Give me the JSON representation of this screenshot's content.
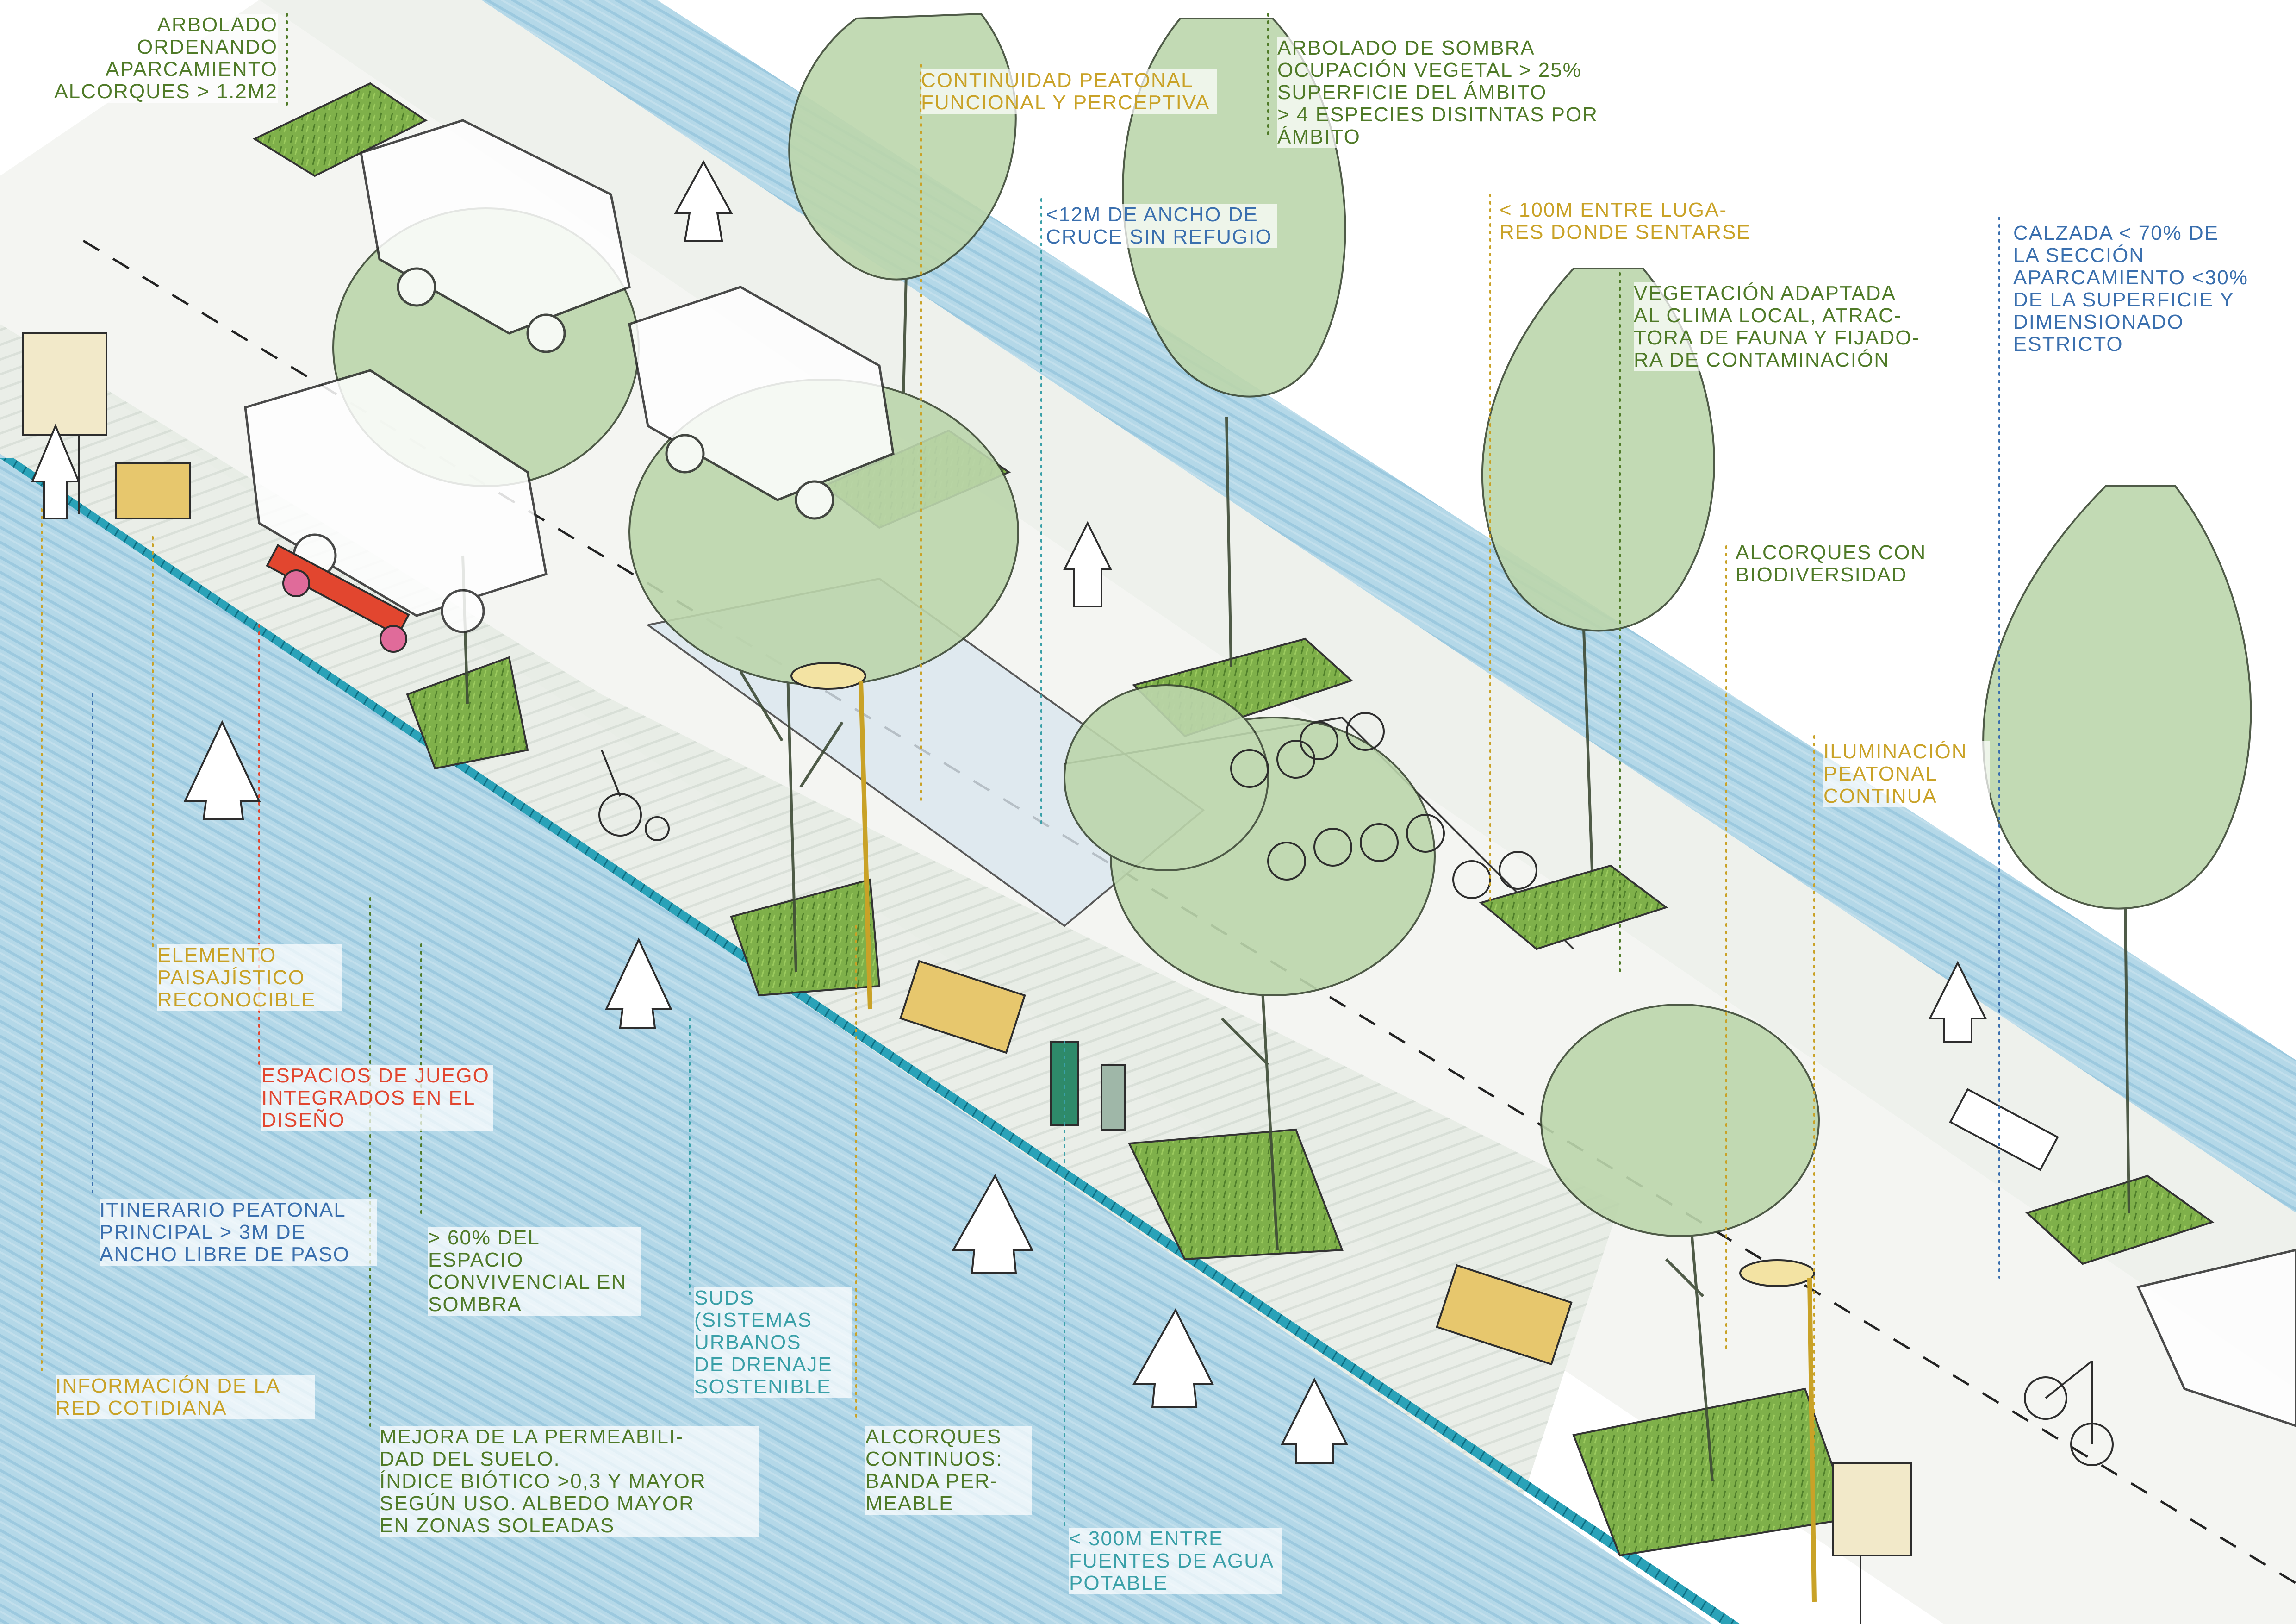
{
  "colors": {
    "annotation_green": "#4f7a27",
    "annotation_ochre": "#c9a227",
    "annotation_blue": "#3a6fae",
    "annotation_red": "#e2462f",
    "annotation_teal": "#3aa0a8",
    "pavement_blue": "#a9d2e4",
    "tree_green": "#b9d3a8",
    "planter_green": "#6a9e3b"
  },
  "annotations": {
    "arbolado_ordenando": "ARBOLADO ORDENANDO\nAPARCAMIENTO\nALCORQUES > 1.2M2",
    "continuidad_peatonal": "CONTINUIDAD PEATONAL\nFUNCIONAL Y PERCEPTIVA",
    "arbolado_sombra": "ARBOLADO DE SOMBRA\nOCUPACIÓN VEGETAL > 25%\nSUPERFICIE DEL ÁMBITO\n> 4 ESPECIES DISITNTAS POR\nÁMBITO",
    "ancho_cruce": "<12M DE ANCHO DE\nCRUCE SIN REFUGIO",
    "lugares_sentarse": "< 100M ENTRE LUGA-\nRES DONDE SENTARSE",
    "calzada": "CALZADA < 70% DE\nLA SECCIÓN\nAPARCAMIENTO <30%\nDE LA SUPERFICIE Y\nDIMENSIONADO\nESTRICTO",
    "vegetacion_adaptada": "VEGETACIÓN ADAPTADA\nAL CLIMA LOCAL, ATRAC-\nTORA DE FAUNA Y FIJADO-\nRA DE CONTAMINACIÓN",
    "alcorques_biodiversidad": "ALCORQUES CON\nBIODIVERSIDAD",
    "iluminacion": "ILUMINACIÓN\nPEATONAL\nCONTINUA",
    "elemento_paisajistico": "ELEMENTO\nPAISAJÍSTICO\nRECONOCIBLE",
    "espacios_juego": "ESPACIOS DE JUEGO\nINTEGRADOS EN EL\nDISEÑO",
    "itinerario_peatonal": "ITINERARIO PEATONAL\nPRINCIPAL > 3M DE\nANCHO LIBRE DE PASO",
    "espacio_sombra": "> 60% DEL ESPACIO\nCONVIVENCIAL EN\nSOMBRA",
    "suds": "SUDS\n(SISTEMAS\nURBANOS\nDE DRENAJE\nSOSTENIBLE",
    "informacion_red": "INFORMACIÓN DE LA\nRED COTIDIANA",
    "permeabilidad": "MEJORA DE LA PERMEABILI-\nDAD DEL SUELO.\nÍNDICE BIÓTICO >0,3 Y MAYOR\nSEGÚN USO. ALBEDO MAYOR\nEN ZONAS SOLEADAS",
    "alcorques_continuos": "ALCORQUES\nCONTINUOS:\nBANDA PER-\nMEABLE",
    "fuentes_agua": "< 300M ENTRE\nFUENTES DE AGUA\nPOTABLE"
  }
}
